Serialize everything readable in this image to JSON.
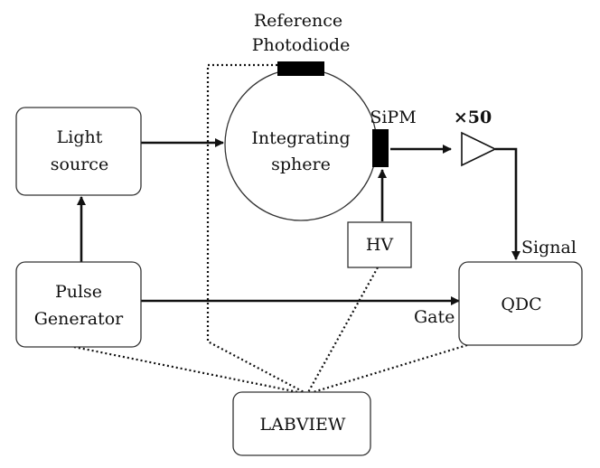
{
  "diagram": {
    "components": {
      "light_source": {
        "line1": "Light",
        "line2": "source"
      },
      "pulse_generator": {
        "line1": "Pulse",
        "line2": "Generator"
      },
      "integrating_sphere": {
        "line1": "Integrating",
        "line2": "sphere"
      },
      "reference_photodiode": {
        "line1": "Reference",
        "line2": "Photodiode"
      },
      "sipm": {
        "label": "SiPM"
      },
      "hv": {
        "label": "HV"
      },
      "amplifier": {
        "label": "×50"
      },
      "qdc": {
        "label": "QDC"
      },
      "labview": {
        "label": "LABVIEW"
      }
    },
    "connections": {
      "signal": {
        "label": "Signal"
      },
      "gate": {
        "label": "Gate"
      }
    }
  }
}
